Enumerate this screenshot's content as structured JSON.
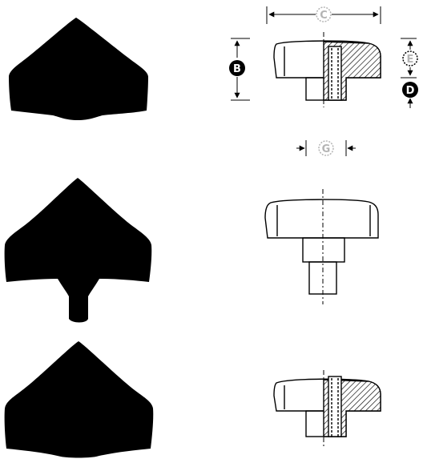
{
  "figures": [
    {
      "id": "knob-blind-hub",
      "photo": "knob-with-recessed-hub",
      "drawing": "section-with-threaded-insert"
    },
    {
      "id": "knob-threaded-stud",
      "photo": "knob-with-threaded-stud",
      "drawing": "side-view-with-stud"
    },
    {
      "id": "knob-through-hole",
      "photo": "knob-with-through-insert",
      "drawing": "section-with-through-insert"
    }
  ],
  "dimensions": {
    "c": "C",
    "b": "B",
    "e": "E",
    "d": "D",
    "g": "G"
  },
  "colors": {
    "ink": "#000000",
    "paper": "#ffffff",
    "faint_label": "#b4b4b4",
    "hatch": "#000000"
  }
}
